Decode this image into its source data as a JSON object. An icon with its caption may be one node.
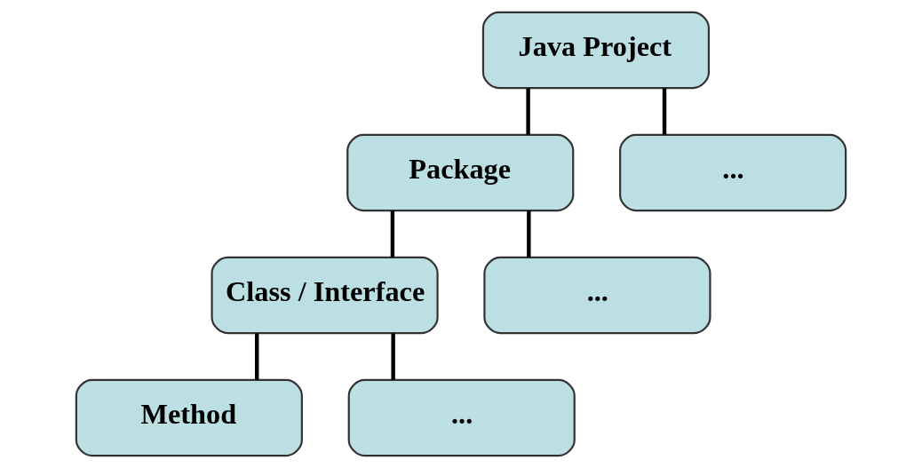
{
  "diagram": {
    "nodes": [
      {
        "text": [
          "Java Project"
        ]
      },
      {
        "text": [
          "Package"
        ]
      },
      {
        "text": [
          "..."
        ]
      },
      {
        "text": [
          "Class / Interface"
        ]
      },
      {
        "text": [
          "..."
        ]
      },
      {
        "text": [
          "Method"
        ]
      },
      {
        "text": [
          "..."
        ]
      }
    ],
    "edges": [
      {
        "from": 0,
        "to": 1,
        "arrow": "none"
      },
      {
        "from": 0,
        "to": 2,
        "arrow": "none"
      },
      {
        "from": 1,
        "to": 3,
        "arrow": "none"
      },
      {
        "from": 1,
        "to": 4,
        "arrow": "none"
      },
      {
        "from": 3,
        "to": 5,
        "arrow": "none"
      },
      {
        "from": 3,
        "to": 6,
        "arrow": "none"
      }
    ]
  }
}
